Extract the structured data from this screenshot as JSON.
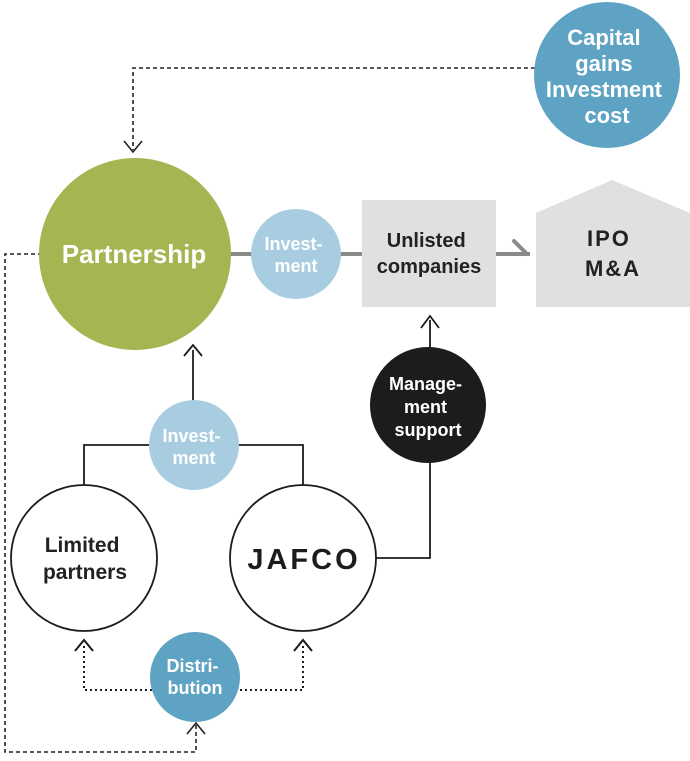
{
  "nodes": {
    "capital_gains": {
      "lines": [
        "Capital",
        "gains",
        "Investment",
        "cost"
      ]
    },
    "partnership": {
      "lines": [
        "Partnership"
      ]
    },
    "investment_top": {
      "lines": [
        "Invest-",
        "ment"
      ]
    },
    "unlisted": {
      "lines": [
        "Unlisted",
        "companies"
      ]
    },
    "exit": {
      "lines": [
        "IPO",
        "M&A"
      ]
    },
    "management_support": {
      "lines": [
        "Manage-",
        "ment",
        "support"
      ]
    },
    "investment_bottom": {
      "lines": [
        "Invest-",
        "ment"
      ]
    },
    "limited_partners": {
      "lines": [
        "Limited",
        "partners"
      ]
    },
    "jafco": {
      "lines": [
        "JAFCO"
      ]
    },
    "distribution": {
      "lines": [
        "Distri-",
        "bution"
      ]
    }
  },
  "colors": {
    "partnership_green": "#a3b651",
    "teal_blue": "#5ea3c3",
    "light_blue": "#a9cde0",
    "grey_box": "#e0e0e0",
    "black": "#1c1c1c",
    "line_grey": "#8a8a8a",
    "text_dark": "#222222",
    "text_white": "#ffffff"
  }
}
